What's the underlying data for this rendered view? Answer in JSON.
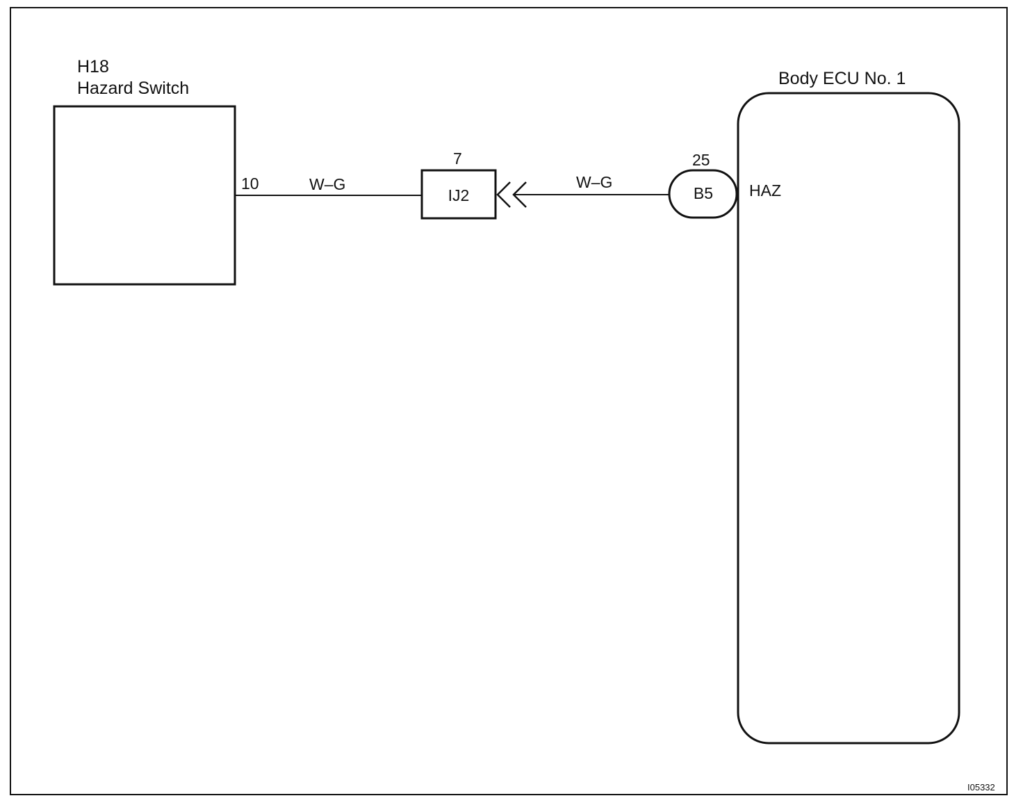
{
  "hazard_switch": {
    "code": "H18",
    "name": "Hazard Switch",
    "pin": "10"
  },
  "wire_left": {
    "color": "W–G"
  },
  "junction": {
    "id": "IJ2",
    "pin": "7"
  },
  "wire_right": {
    "color": "W–G"
  },
  "ecu_connector": {
    "id": "B5",
    "pin": "25",
    "terminal": "HAZ"
  },
  "body_ecu": {
    "name": "Body ECU No. 1"
  },
  "figure_id": "I05332"
}
